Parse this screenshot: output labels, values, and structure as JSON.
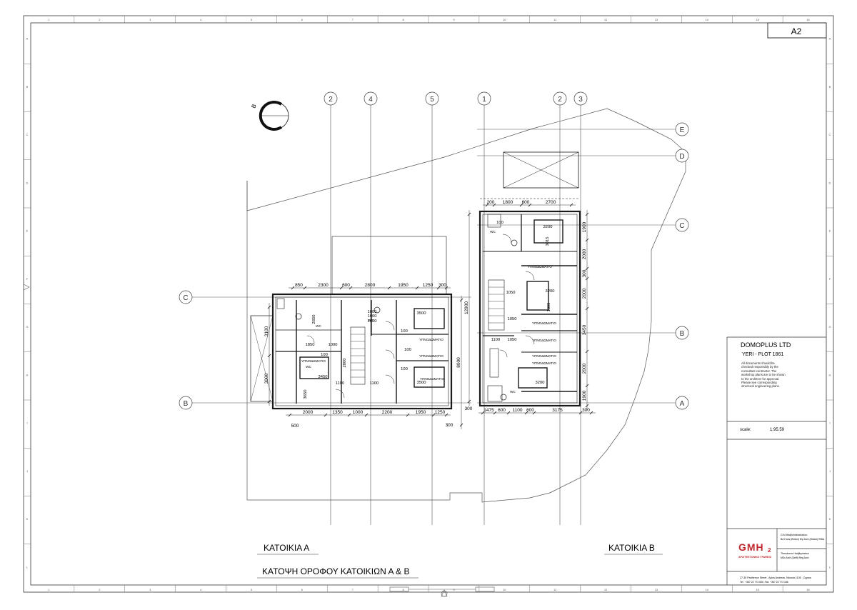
{
  "sheet": {
    "size_label": "A2",
    "border_numbers": [
      "1",
      "2",
      "3",
      "4",
      "5",
      "6",
      "7",
      "8",
      "9",
      "10",
      "11",
      "12",
      "13",
      "14",
      "15",
      "16"
    ],
    "border_letters": [
      "A",
      "B",
      "C",
      "D",
      "E",
      "F",
      "G",
      "H",
      "I",
      "J",
      "K",
      "L"
    ]
  },
  "north_marker": "B",
  "grid_bubbles": {
    "house_a_cols": [
      "2",
      "4",
      "5"
    ],
    "house_b_cols": [
      "1",
      "2",
      "3"
    ],
    "house_a_rows": [
      "C",
      "B"
    ],
    "house_b_rows": [
      "E",
      "D",
      "C",
      "B",
      "A"
    ]
  },
  "house_a": {
    "dims_top": [
      "850",
      "2300",
      "600",
      "2800",
      "1950",
      "1250",
      "300"
    ],
    "dims_bottom": [
      "2000",
      "1350",
      "1000",
      "2200",
      "1950",
      "1250"
    ],
    "dims_bottom_extra": [
      "500",
      "300"
    ],
    "dims_left": [
      "3100",
      "3000"
    ],
    "dims_right": [
      "8000"
    ],
    "inner_dims": [
      "2850",
      "1850",
      "1000",
      "100",
      "3450",
      "3650",
      "2800",
      "1100",
      "1100",
      "100",
      "100",
      "100",
      "1000",
      "1000",
      "1000",
      "3500",
      "3500"
    ],
    "room_labels": [
      "ΥΠΝΟΔΩΜΑΤΙΟ",
      "ΥΠΝΟΔΩΜΑΤΙΟ",
      "ΥΠΝΟΔΩΜΑΤΙΟ",
      "ΥΠΝΟΔΩΜΑΤΙΟ"
    ],
    "wc_labels": [
      "WC",
      "WC",
      "WC"
    ]
  },
  "house_b": {
    "dims_top": [
      "200",
      "1800",
      "600",
      "2700"
    ],
    "dims_bottom": [
      "1475",
      "600",
      "1100",
      "600",
      "3175",
      "300"
    ],
    "dims_bottom_left": [
      "300"
    ],
    "dims_left": [
      "12900"
    ],
    "dims_right": [
      "1900",
      "2000",
      "300",
      "2000",
      "3450",
      "2000",
      "1900"
    ],
    "inner_dims": [
      "100",
      "3200",
      "3200",
      "3200",
      "1050",
      "1050",
      "1100",
      "1050",
      "3015",
      "1800"
    ],
    "room_labels": [
      "ΥΠΝΟΔΩΜΑΤΙΟ",
      "ΥΠΝΟΔΩΜΑΤΙΟ",
      "ΥΠΝΟΔΩΜΑΤΙΟ",
      "ΥΠΝΟΔΩΜΑΤΙΟ",
      "ΥΠΝΟΔΩΜΑΤΙΟ"
    ],
    "wc_labels": [
      "WC",
      "WC"
    ]
  },
  "captions": {
    "house_a": "ΚΑΤΟΙΚΙΑ Α",
    "house_b": "ΚΑΤΟΙΚΙΑ Β",
    "plan_title": "ΚΑΤΟΨΗ ΟΡΟΦΟΥ ΚΑΤΟΙΚΙΩΝ Α & Β"
  },
  "title_block": {
    "company": "DOMOPLUS LTD",
    "project": "YERI - PLOT 1861",
    "note": "All documents should be checked responsibly by the consultant contractor. The workshop plans are to be shown to the architect for approval. Please see corresponding structural engineering plans.",
    "scale_label": "scale:",
    "scale_value": "1:95.59",
    "logo_text": "GMH",
    "logo_sub": "2",
    "logo_tagline": "ΑΡΧΙΤΕΚΤΟΝΙΚΟ ΓΡΑΦΕΙΟ",
    "architect_line1": "G.M.Hadjichristodoulou",
    "architect_line2": "BA Hons (Bristol) Dip Arch (Bristol) RIBA",
    "architect_line3": "Theodoros Hadjikyriakou",
    "architect_line4": "MSc Arch (Delft) Reg Arch",
    "address": "27-30 Parthenon Street , Ayios Andreas, Nicosia 1105 , Cyprus",
    "contact": "Tel : +357 22 773 080, Fax: +357 22 773 186"
  },
  "colors": {
    "line": "#222222",
    "faint": "#9a9a9a",
    "logo_red": "#c0282d"
  }
}
